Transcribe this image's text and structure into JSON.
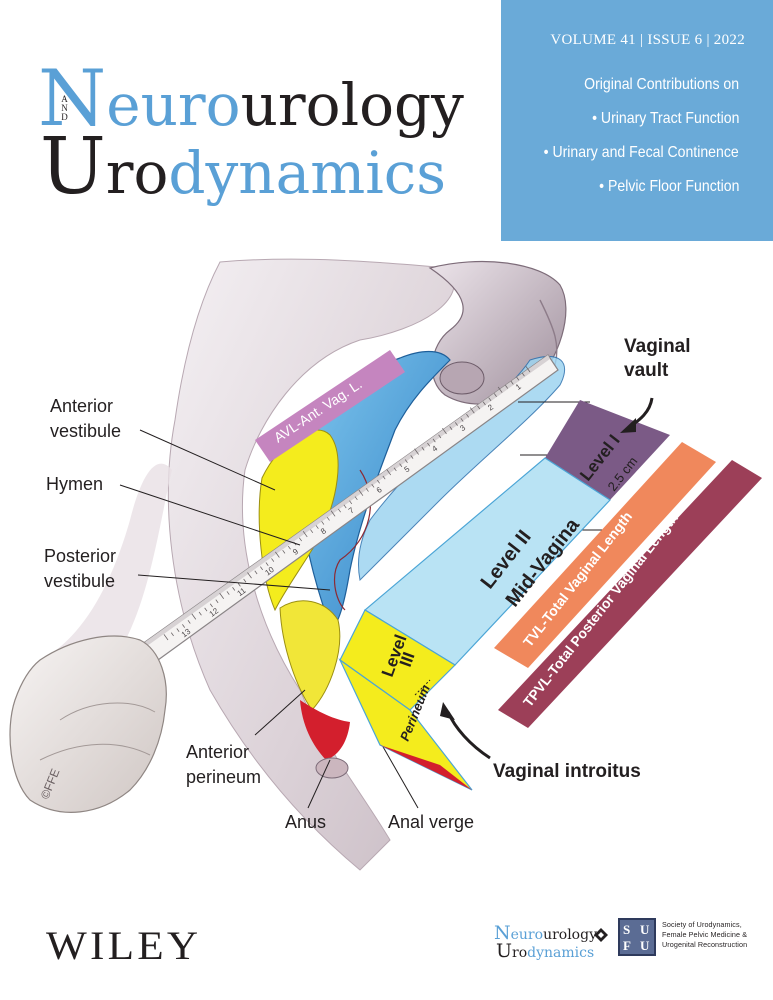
{
  "journal": {
    "title_line1_cap": "N",
    "title_line1_blue": "euro",
    "title_line1_dark": "urology",
    "and_letters": [
      "A",
      "N",
      "D"
    ],
    "title_line2_cap": "U",
    "title_line2_blue": "ro",
    "title_line2_dark": "dynamics"
  },
  "issue_info": "VOLUME 41  |  ISSUE 6  |  2022",
  "contributions": {
    "heading": "Original Contributions on",
    "items": [
      "• Urinary Tract Function",
      "• Urinary and Fecal Continence",
      "• Pelvic Floor Function"
    ]
  },
  "illustration": {
    "left_labels": {
      "anterior_vestibule": [
        "Anterior",
        "vestibule"
      ],
      "hymen": "Hymen",
      "posterior_vestibule": [
        "Posterior",
        "vestibule"
      ],
      "anterior_perineum": [
        "Anterior",
        "perineum"
      ],
      "anus": "Anus",
      "anal_verge": "Anal verge"
    },
    "right_labels": {
      "vaginal_vault": [
        "Vaginal",
        "vault"
      ],
      "vaginal_introitus": "Vaginal introitus"
    },
    "bands": {
      "avl": "AVL-Ant. Vag. L.",
      "level1": "Level I",
      "level1_size": "2.5 cm",
      "level2_a": "Level II",
      "level2_b": "Mid-Vagina",
      "level3_a": "Level",
      "level3_b": "III",
      "perineum": "Perineum",
      "tvl": "TVL-Total Vaginal Length",
      "tpvl": "TPVL-Total Posterior Vaginal Length"
    },
    "ruler_numbers": [
      "1",
      "2",
      "3",
      "4",
      "5",
      "6",
      "7",
      "8",
      "9",
      "10",
      "11",
      "12",
      "13"
    ],
    "signature": "©FFE",
    "colors": {
      "light_blue": "#b9e3f4",
      "purple": "#7b5a86",
      "orange": "#f0885c",
      "maroon": "#9c3f58",
      "yellow": "#f4ec1d",
      "red": "#d31f2d",
      "avl_pink": "#c585bf"
    }
  },
  "footer": {
    "publisher": "WILEY",
    "mini_title_n": "N",
    "mini_title_euro": "euro",
    "mini_title_urology": "urology",
    "mini_title_u": "U",
    "mini_title_ro": "ro",
    "mini_title_dynamics": "dynamics",
    "sufu_letters": [
      "S",
      "U",
      "F",
      "U"
    ],
    "society_lines": [
      "Society of Urodynamics,",
      "Female Pelvic Medicine &",
      "Urogenital Reconstruction"
    ]
  }
}
